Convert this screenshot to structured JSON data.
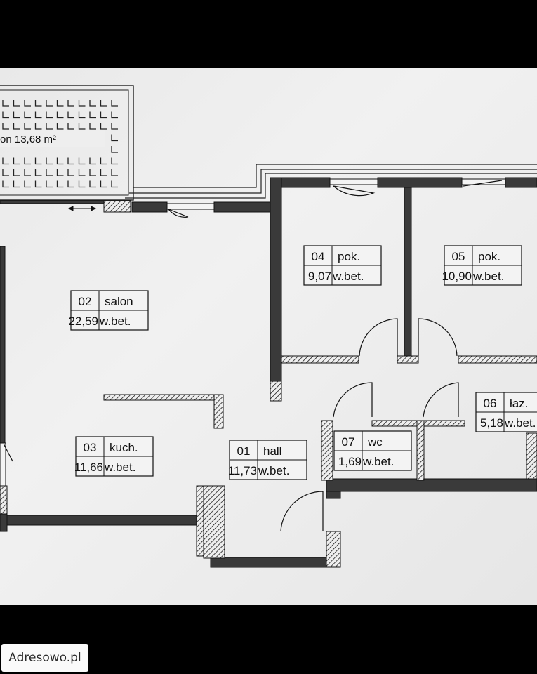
{
  "watermark": "Adresowo.pl",
  "balcony": {
    "label": "on  13,68 m²"
  },
  "rooms": [
    {
      "id": "01",
      "name": "hall",
      "area": "11,73",
      "floor": "w.bet."
    },
    {
      "id": "02",
      "name": "salon",
      "area": "22,59",
      "floor": "w.bet."
    },
    {
      "id": "03",
      "name": "kuch.",
      "area": "11,66",
      "floor": "w.bet."
    },
    {
      "id": "04",
      "name": "pok.",
      "area": "9,07",
      "floor": "w.bet."
    },
    {
      "id": "05",
      "name": "pok.",
      "area": "10,90",
      "floor": "w.bet."
    },
    {
      "id": "06",
      "name": "łaz.",
      "area": "5,18",
      "floor": "w.bet."
    },
    {
      "id": "07",
      "name": "wc",
      "area": "1,69",
      "floor": "w.bet."
    }
  ]
}
